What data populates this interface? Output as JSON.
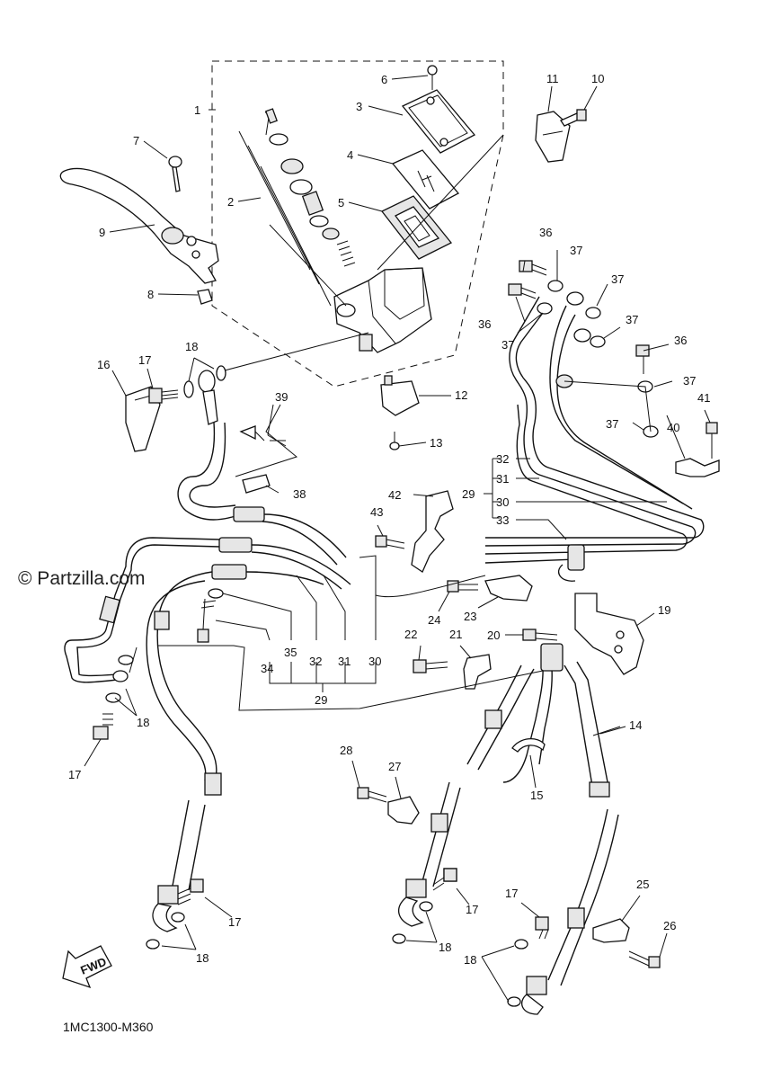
{
  "watermark": "© Partzilla.com",
  "diagram_code": "1MC1300-M360",
  "fwd_label": "FWD",
  "callouts": {
    "c1": "1",
    "c2": "2",
    "c3": "3",
    "c4": "4",
    "c5": "5",
    "c6": "6",
    "c7": "7",
    "c8": "8",
    "c9": "9",
    "c10": "10",
    "c11": "11",
    "c12": "12",
    "c13": "13",
    "c14": "14",
    "c15": "15",
    "c16": "16",
    "c17a": "17",
    "c17b": "17",
    "c17c": "17",
    "c17d": "17",
    "c17e": "17",
    "c18a": "18",
    "c18b": "18",
    "c18c": "18",
    "c18d": "18",
    "c18e": "18",
    "c19": "19",
    "c20": "20",
    "c21": "21",
    "c22": "22",
    "c23": "23",
    "c24": "24",
    "c25": "25",
    "c26": "26",
    "c27": "27",
    "c28": "28",
    "c29a": "29",
    "c29b": "29",
    "c30a": "30",
    "c30b": "30",
    "c31a": "31",
    "c31b": "31",
    "c32a": "32",
    "c32b": "32",
    "c33": "33",
    "c34": "34",
    "c35": "35",
    "c36a": "36",
    "c36b": "36",
    "c36c": "36",
    "c37a": "37",
    "c37b": "37",
    "c37c": "37",
    "c37d": "37",
    "c37e": "37",
    "c37f": "37",
    "c38": "38",
    "c39": "39",
    "c40": "40",
    "c41": "41",
    "c42": "42",
    "c43": "43"
  }
}
